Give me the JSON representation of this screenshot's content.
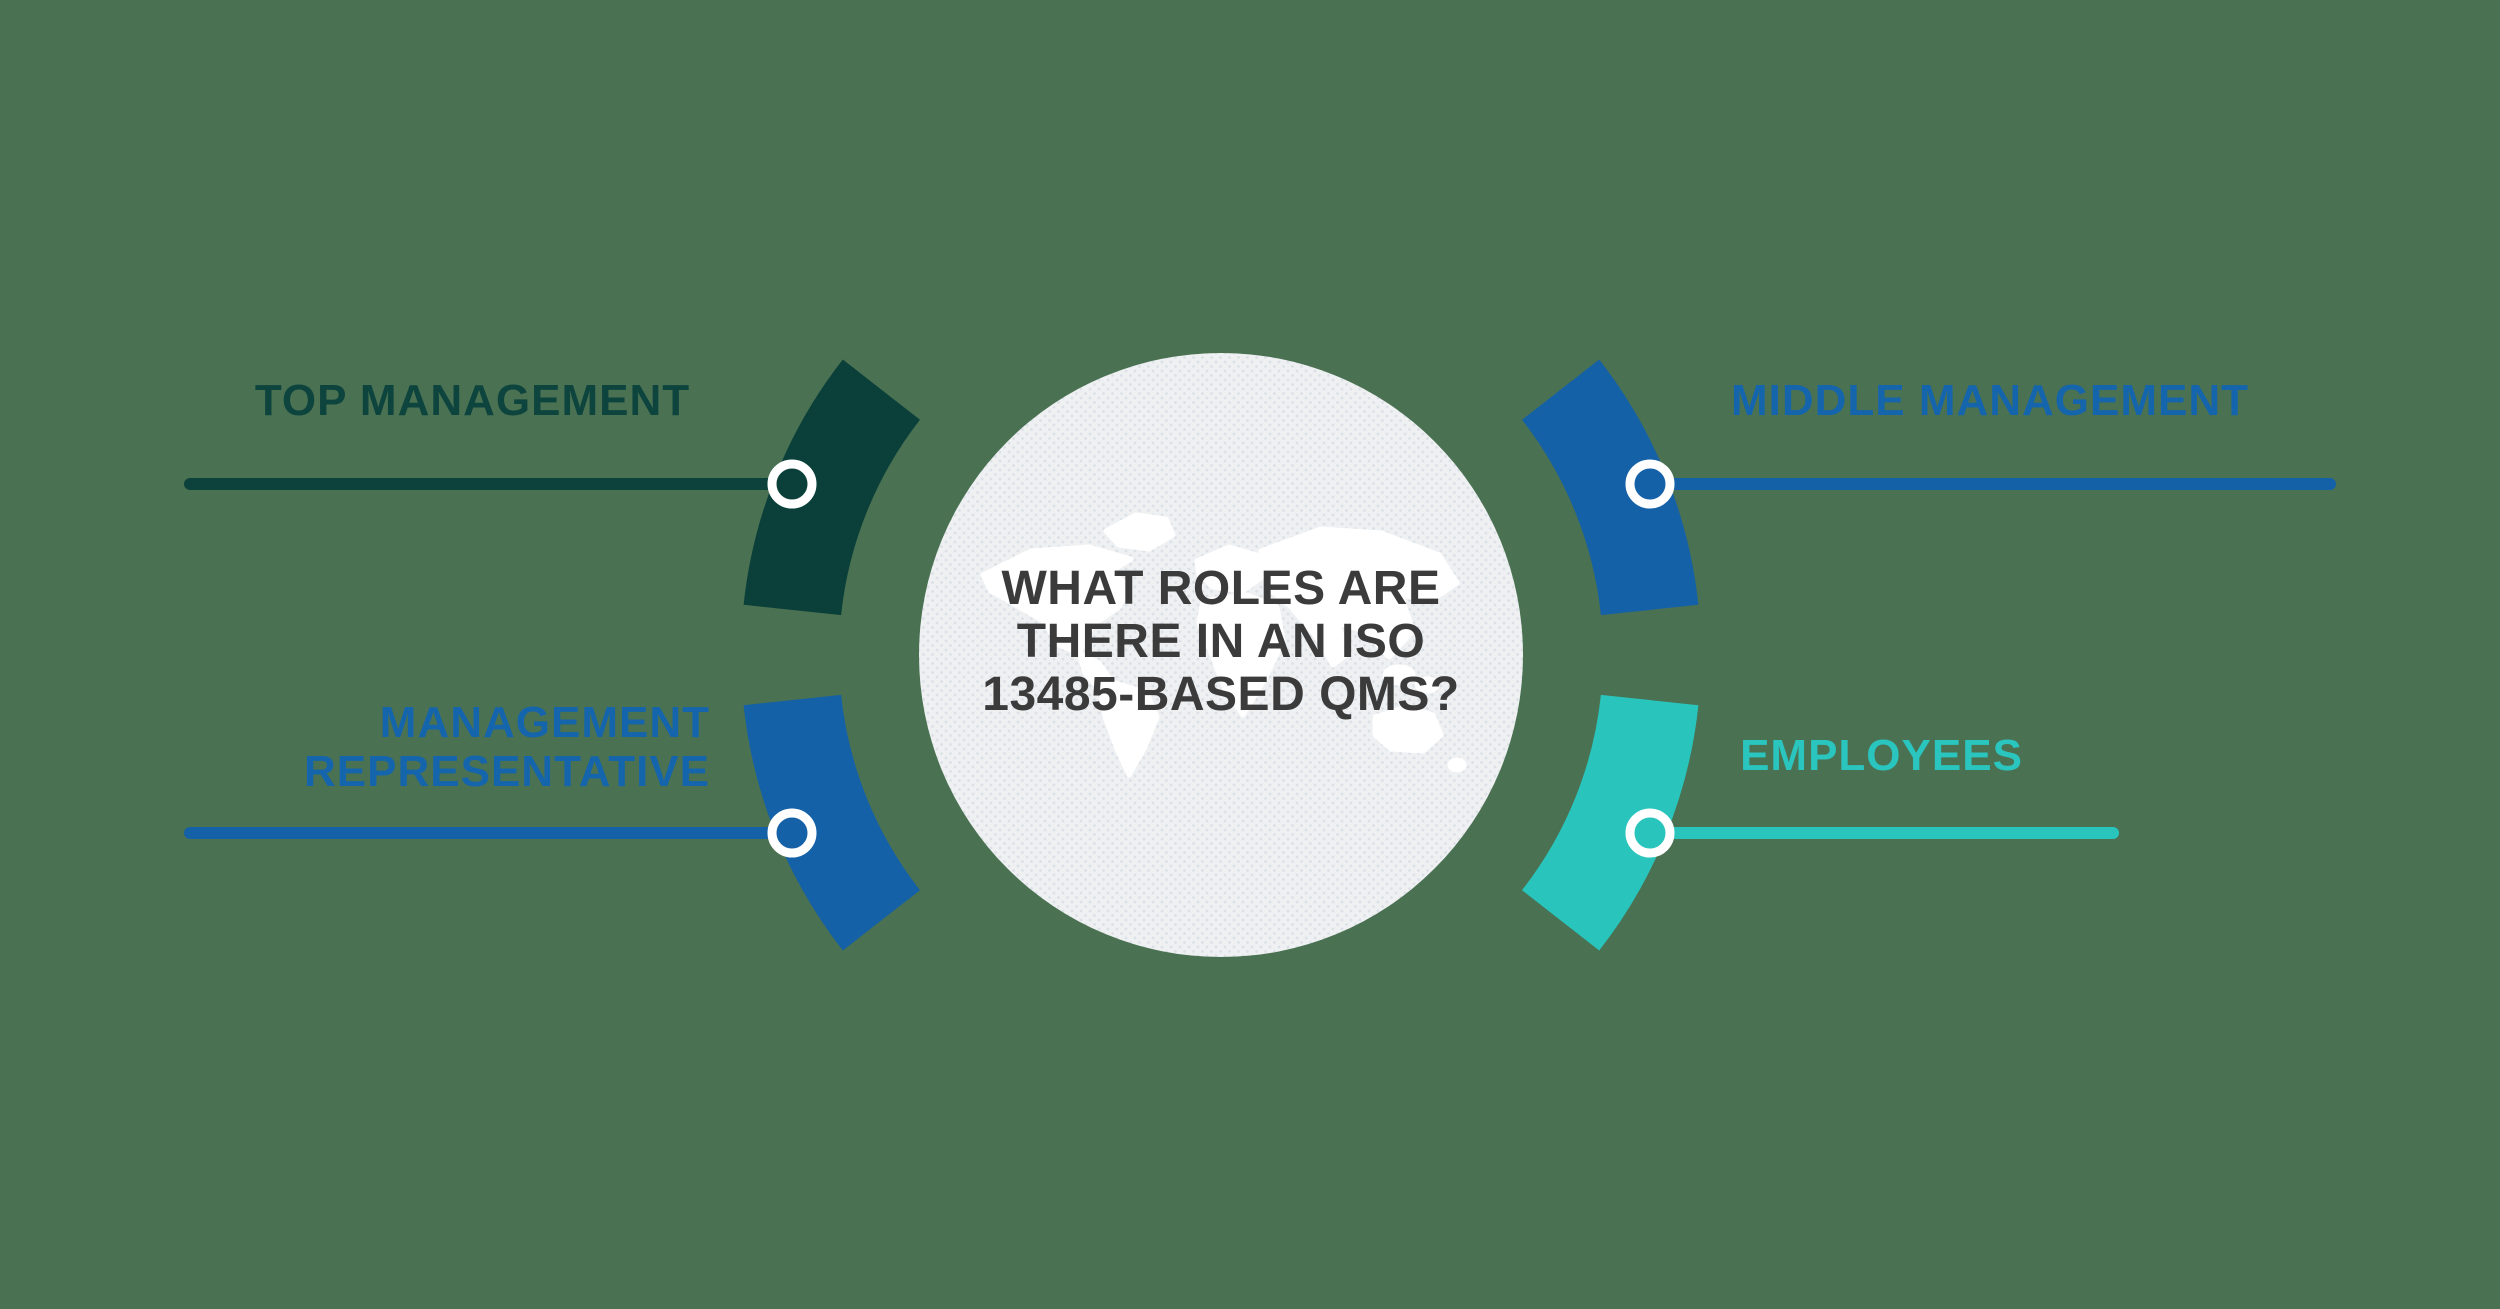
{
  "title": {
    "lines": [
      "WHAT ROLES ARE",
      "THERE IN AN ISO",
      "13485-BASED QMS?"
    ]
  },
  "roles": {
    "top_management": "TOP MANAGEMENT",
    "middle_management": "MIDDLE MANAGEMENT",
    "management_representative_line1": "MANAGEMENT",
    "management_representative_line2": "REPRESENTATIVE",
    "employees": "EMPLOYEES"
  },
  "colors": {
    "background": "#4a7152",
    "arc_dark_teal": "#0b403a",
    "arc_blue": "#1561a8",
    "arc_teal": "#29c5bd",
    "connector_dark_teal": "#0d423c",
    "connector_blue": "#1561a8",
    "connector_teal": "#29c5bd",
    "label_dark_teal": "#0e443e",
    "label_blue": "#1565ad",
    "label_teal": "#2ac5be",
    "ring_white": "#ffffff",
    "circle_fill": "#eef0f2",
    "question_text": "#3b3b3b",
    "map_white": "#ffffff"
  }
}
